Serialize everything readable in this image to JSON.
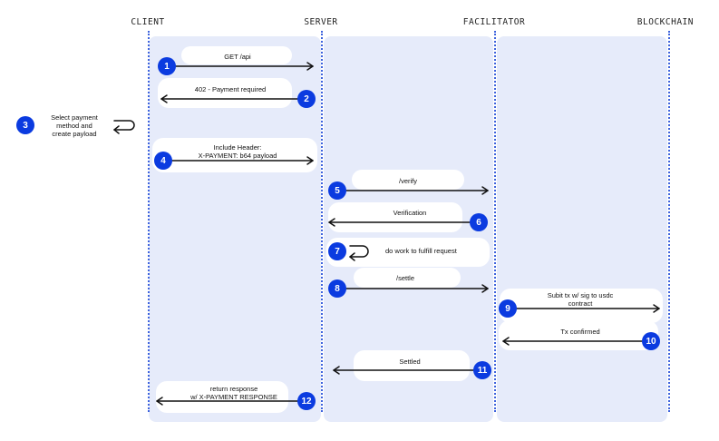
{
  "columns": {
    "client": "CLIENT",
    "server": "SERVER",
    "facilitator": "FACILITATOR",
    "blockchain": "BLOCKCHAIN"
  },
  "steps": [
    {
      "num": "1",
      "label": "GET /api"
    },
    {
      "num": "2",
      "label": "402 - Payment required"
    },
    {
      "num": "3",
      "label": "Select payment\nmethod and\ncreate payload"
    },
    {
      "num": "4",
      "label": "Include Header:\nX-PAYMENT: b64 payload"
    },
    {
      "num": "5",
      "label": "/verify"
    },
    {
      "num": "6",
      "label": "Verification"
    },
    {
      "num": "7",
      "label": "do work to fulfill request"
    },
    {
      "num": "8",
      "label": "/settle"
    },
    {
      "num": "9",
      "label": "Subit tx w/ sig to usdc\ncontract"
    },
    {
      "num": "10",
      "label": "Tx confirmed"
    },
    {
      "num": "11",
      "label": "Settled"
    },
    {
      "num": "12",
      "label": "return response\nw/ X-PAYMENT RESPONSE"
    }
  ],
  "colors": {
    "accent": "#0b3be0",
    "lane": "#e6ebfa",
    "lifeline": "#3e63dd",
    "arrow": "#111111"
  },
  "icons": {
    "self_loop": "return-arrow-icon"
  }
}
